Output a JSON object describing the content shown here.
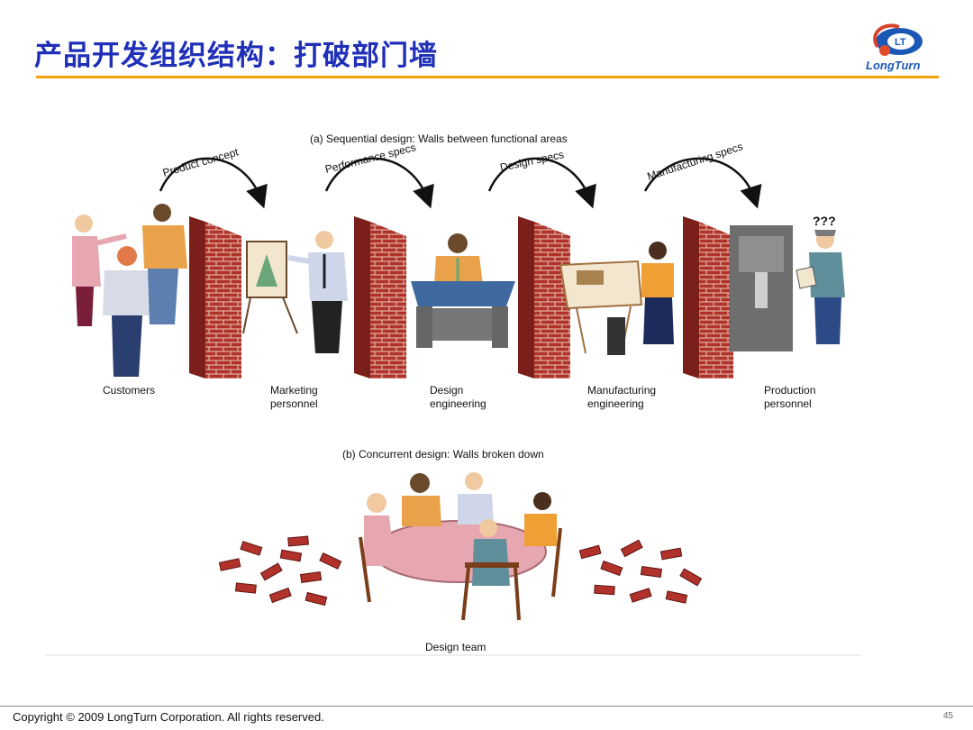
{
  "slide": {
    "title": "产品开发组织结构：打破部门墙",
    "logo_text": "LongTurn",
    "logo_mark": "LT",
    "footer": "Copyright © 2009 LongTurn Corporation. All rights reserved.",
    "page_number": "45"
  },
  "diagram": {
    "sequential": {
      "heading": "(a)  Sequential design: Walls between functional areas",
      "handoffs": [
        "Product concept",
        "Performance specs",
        "Design specs",
        "Manufacturing specs"
      ],
      "groups": [
        {
          "line1": "Customers",
          "line2": ""
        },
        {
          "line1": "Marketing",
          "line2": "personnel"
        },
        {
          "line1": "Design",
          "line2": "engineering"
        },
        {
          "line1": "Manufacturing",
          "line2": "engineering"
        },
        {
          "line1": "Production",
          "line2": "personnel"
        }
      ],
      "question": "???"
    },
    "concurrent": {
      "heading": "(b)  Concurrent design: Walls broken down",
      "team_label": "Design team"
    }
  },
  "colors": {
    "title": "#1f2fb8",
    "rule": "#f2a20c",
    "brick": "#b0322a",
    "mortar": "#e8c9b8"
  }
}
